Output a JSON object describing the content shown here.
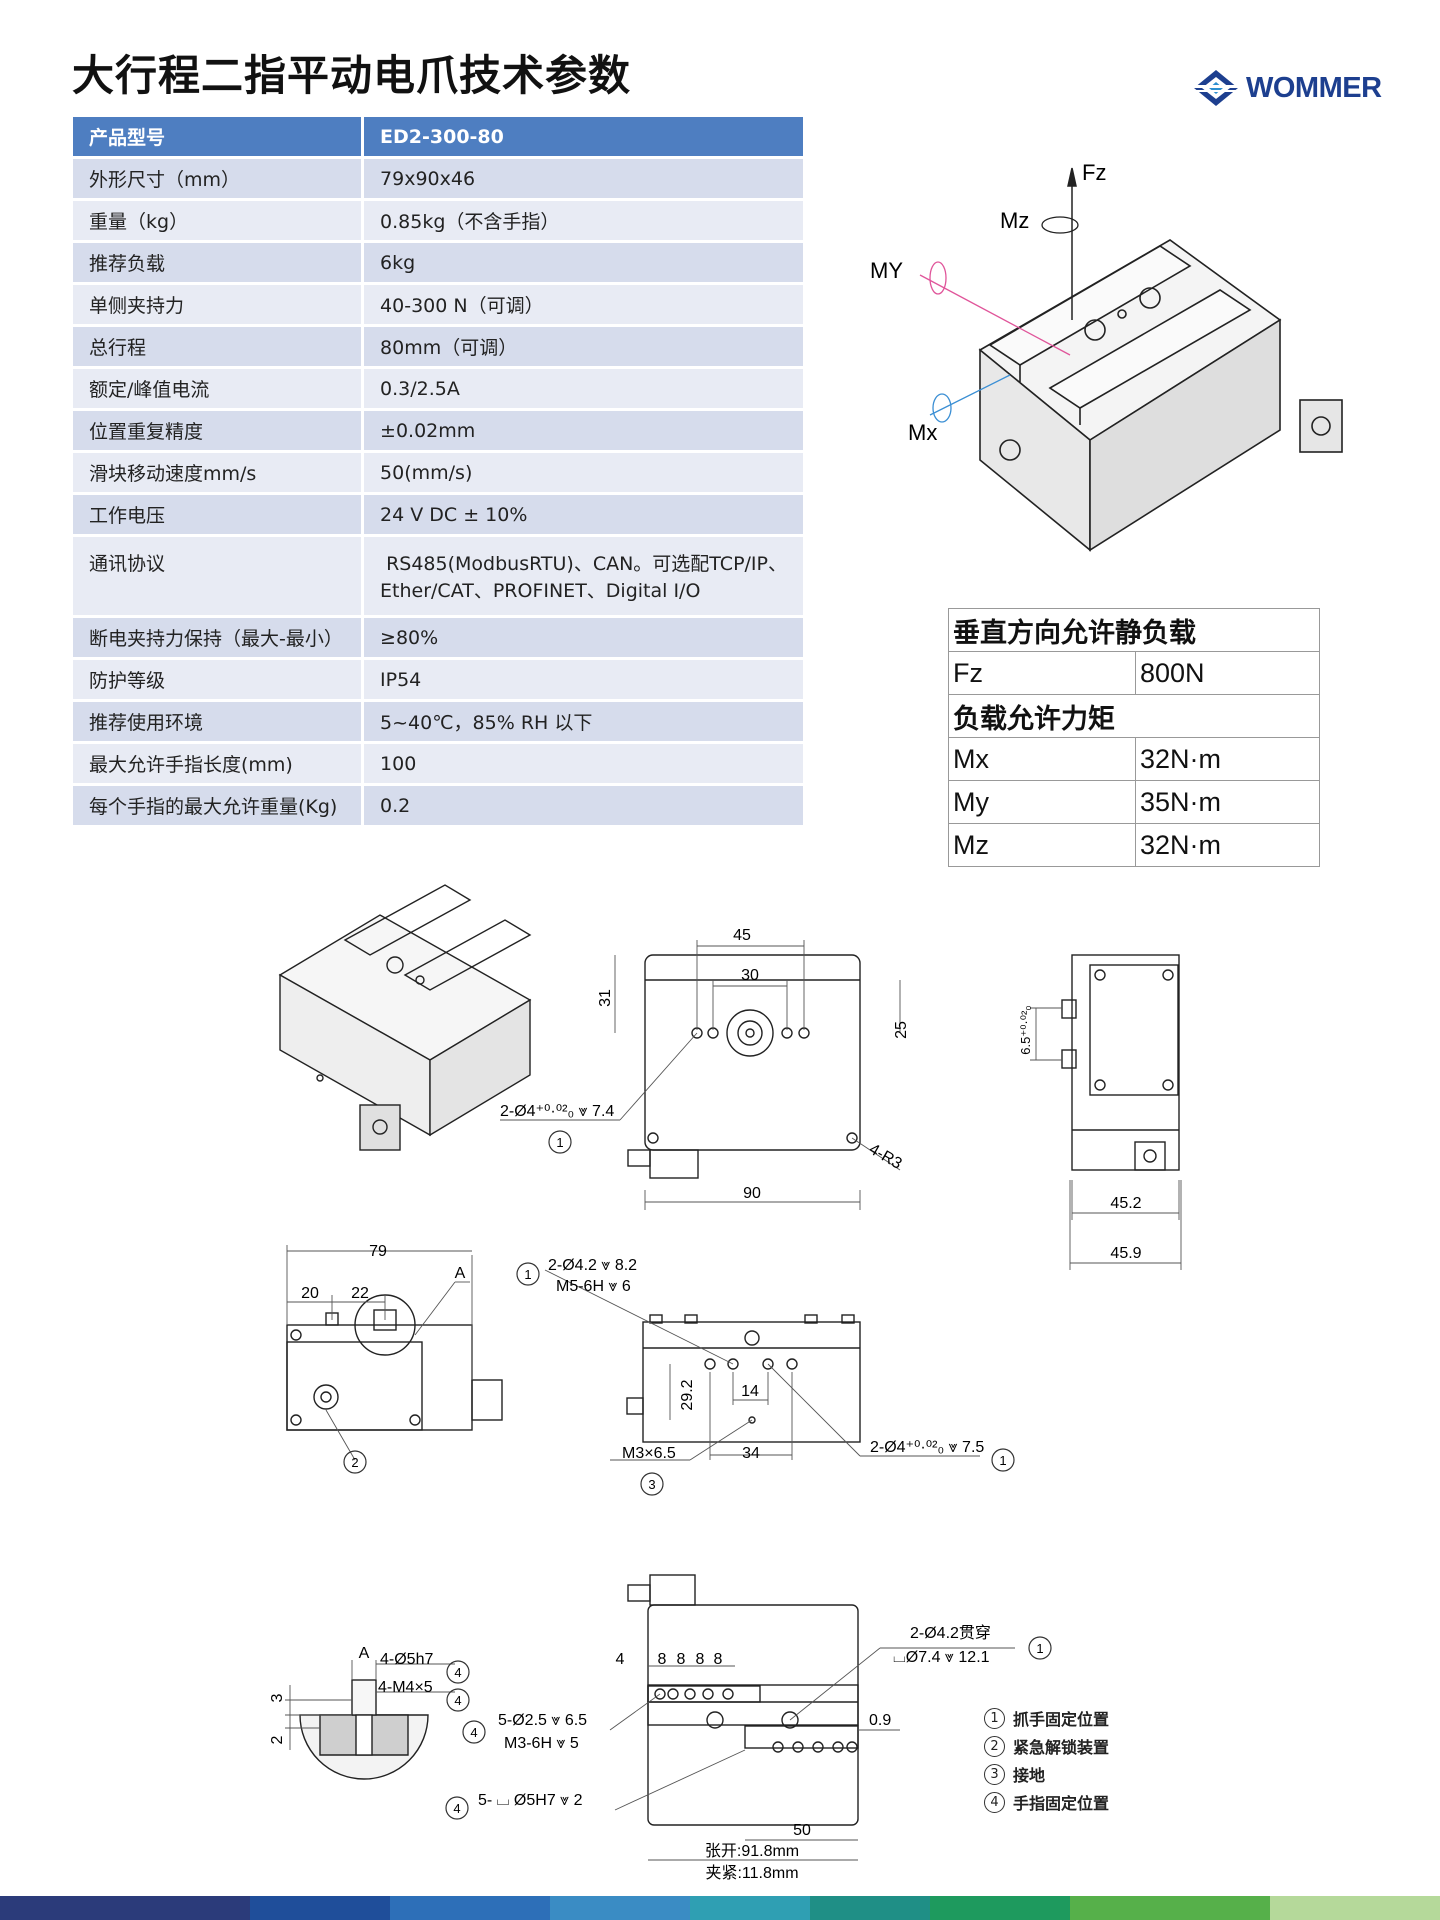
{
  "page": {
    "title": "大行程二指平动电爪技术参数"
  },
  "brand": {
    "name": "WOMMER",
    "color": "#1d3f8f"
  },
  "specs": {
    "header": {
      "label": "产品型号",
      "value": "ED2-300-80"
    },
    "rows": [
      {
        "label": "外形尺寸（mm）",
        "value": "79x90x46"
      },
      {
        "label": "重量（kg）",
        "value": "0.85kg（不含手指）"
      },
      {
        "label": "推荐负载",
        "value": "6kg"
      },
      {
        "label": "单侧夹持力",
        "value": "40-300 N（可调）"
      },
      {
        "label": "总行程",
        "value": "80mm（可调）"
      },
      {
        "label": "额定/峰值电流",
        "value": "0.3/2.5A"
      },
      {
        "label": "位置重复精度",
        "value": "±0.02mm"
      },
      {
        "label": "滑块移动速度mm/s",
        "value": "50(mm/s)"
      },
      {
        "label": "工作电压",
        "value": "24 V DC ± 10%"
      },
      {
        "label": "通讯协议",
        "value": " RS485(ModbusRTU)、CAN。可选配TCP/IP、",
        "value2": "Ether/CAT、PROFINET、Digital I/O"
      },
      {
        "label": "断电夹持力保持（最大-最小）",
        "value": "≥80%"
      },
      {
        "label": "防护等级",
        "value": "IP54"
      },
      {
        "label": "推荐使用环境",
        "value": "5~40℃，85% RH 以下"
      },
      {
        "label": "最大允许手指长度(mm)",
        "value": "100"
      },
      {
        "label": "每个手指的最大允许重量(Kg)",
        "value": "0.2"
      }
    ]
  },
  "load_table": {
    "static_header": "垂直方向允许静负载",
    "fz": {
      "label": "Fz",
      "value": "800N"
    },
    "moment_header": "负载允许力矩",
    "moments": [
      {
        "label": "Mx",
        "value": "32N·m"
      },
      {
        "label": "My",
        "value": "35N·m"
      },
      {
        "label": "Mz",
        "value": "32N·m"
      }
    ]
  },
  "axes_diagram": {
    "fz": "Fz",
    "mz": "Mz",
    "my": "MY",
    "mx": "Mx"
  },
  "dims": {
    "front": {
      "d45": "45",
      "d30": "30",
      "d31": "31",
      "d25": "25",
      "d90": "90",
      "r3": "4-R3",
      "hole": "2-Ø4⁺⁰·⁰²₀ ⩔ 7.4",
      "c1": "1"
    },
    "side": {
      "d65": "6.5⁺⁰·⁰²₀",
      "d452": "45.2",
      "d459": "45.9"
    },
    "end": {
      "d79": "79",
      "d20": "20",
      "d22": "22",
      "a": "A",
      "c2": "2"
    },
    "bottom": {
      "note1": "2-Ø4.2 ⩔ 8.2",
      "note2": "M5-6H ⩔ 6",
      "c1": "1",
      "d292": "29.2",
      "d14": "14",
      "d34": "34",
      "m3": "M3×6.5",
      "c3": "3",
      "hole": "2-Ø4⁺⁰·⁰²₀ ⩔ 7.5",
      "c1b": "1"
    },
    "section": {
      "a": "A",
      "h5": "4-Ø5h7",
      "m4": "4-M4×5",
      "d3": "3",
      "d2": "2",
      "c4a": "4",
      "c4b": "4"
    },
    "top": {
      "thru": "2-Ø4.2贯穿",
      "cb": "⌴Ø7.4 ⩔ 12.1",
      "c1": "1",
      "d4": "4",
      "d8": "8",
      "d09": "0.9",
      "h25": "5-Ø2.5 ⩔ 6.5",
      "m3h": "M3-6H ⩔ 5",
      "c4": "4",
      "h5h7": "5- ⌴ Ø5H7 ⩔ 2",
      "c4b": "4",
      "d50": "50",
      "open": "张开:91.8mm",
      "close": "夹紧:11.8mm"
    }
  },
  "legend": [
    {
      "num": "1",
      "text": "抓手固定位置"
    },
    {
      "num": "2",
      "text": "紧急解锁装置"
    },
    {
      "num": "3",
      "text": "接地"
    },
    {
      "num": "4",
      "text": "手指固定位置"
    }
  ],
  "colors": {
    "table_header": "#4e7ec1",
    "row_a": "#d6dcec",
    "row_b": "#e8ebf4",
    "footer": [
      "#2b3b7a",
      "#1f4e9a",
      "#2d6fb8",
      "#3a8cc4",
      "#2f9fb3",
      "#1f8f86",
      "#1e9a5e",
      "#56b04a",
      "#b5d99a"
    ]
  }
}
